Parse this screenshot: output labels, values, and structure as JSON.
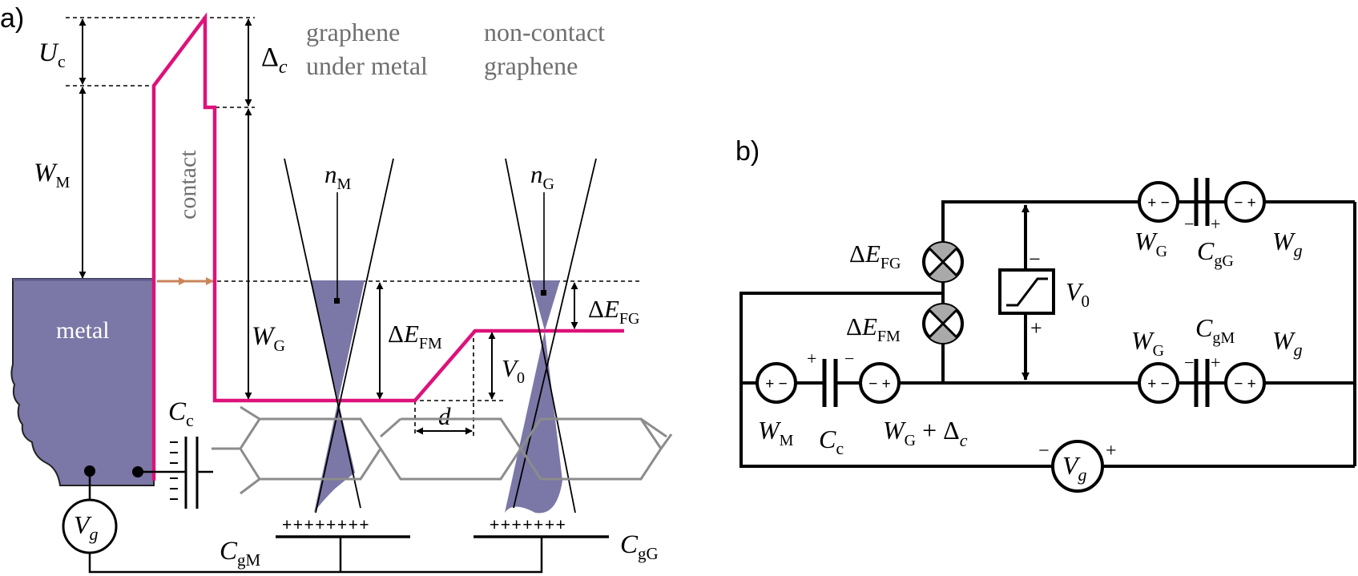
{
  "panel_a": {
    "label": "a)",
    "text_graphene_under_metal_1": "graphene",
    "text_graphene_under_metal_2": "under metal",
    "text_noncontact_1": "non-contact",
    "text_noncontact_2": "graphene",
    "text_contact": "contact",
    "text_metal": "metal",
    "sym_Uc": {
      "main": "U",
      "sub": "c"
    },
    "sym_Delta_c": {
      "main": "Δ",
      "sub": "c"
    },
    "sym_WM": {
      "main": "W",
      "sub": "M"
    },
    "sym_WG": {
      "main": "W",
      "sub": "G"
    },
    "sym_nM": {
      "main": "n",
      "sub": "M"
    },
    "sym_nG": {
      "main": "n",
      "sub": "G"
    },
    "sym_dEFM": {
      "pre": "Δ",
      "main": "E",
      "sub": "FM"
    },
    "sym_dEFG": {
      "pre": "Δ",
      "main": "E",
      "sub": "FG"
    },
    "sym_V0": {
      "main": "V",
      "sub": "0"
    },
    "sym_d": "d",
    "sym_Cc": {
      "main": "C",
      "sub": "c"
    },
    "sym_Vg": {
      "main": "V",
      "sub": "g"
    },
    "sym_CgM": {
      "main": "C",
      "sub": "gM"
    },
    "sym_CgG": {
      "main": "C",
      "sub": "gG"
    },
    "charges_M": "++++++++",
    "charges_G": "+++++++"
  },
  "panel_b": {
    "label": "b)",
    "sym_dEFG": {
      "pre": "Δ",
      "main": "E",
      "sub": "FG"
    },
    "sym_dEFM": {
      "pre": "Δ",
      "main": "E",
      "sub": "FM"
    },
    "sym_V0": {
      "main": "V",
      "sub": "0"
    },
    "sym_WG_top": {
      "main": "W",
      "sub": "G"
    },
    "sym_CgG": {
      "main": "C",
      "sub": "gG"
    },
    "sym_Wg_top": {
      "main": "W",
      "sub": "g"
    },
    "sym_WG_mid": {
      "main": "W",
      "sub": "G"
    },
    "sym_CgM": {
      "main": "C",
      "sub": "gM"
    },
    "sym_Wg_mid": {
      "main": "W",
      "sub": "g"
    },
    "sym_WM": {
      "main": "W",
      "sub": "M"
    },
    "sym_Cc": {
      "main": "C",
      "sub": "c"
    },
    "sym_WGDc": {
      "main": "W",
      "sub": "G",
      "rest": " + Δ",
      "sub2": "c"
    },
    "sym_Vg": {
      "main": "V",
      "sub": "g"
    },
    "src_pol": "+ −",
    "src_pol_rev": "− +",
    "plus": "+",
    "minus": "−"
  },
  "colors": {
    "metal_fill": "#7b77a6",
    "band_line": "#dd127a",
    "arrow_orange": "#c8865a",
    "lattice": "#8c8c8c",
    "label_grey": "#6f6f6f"
  }
}
